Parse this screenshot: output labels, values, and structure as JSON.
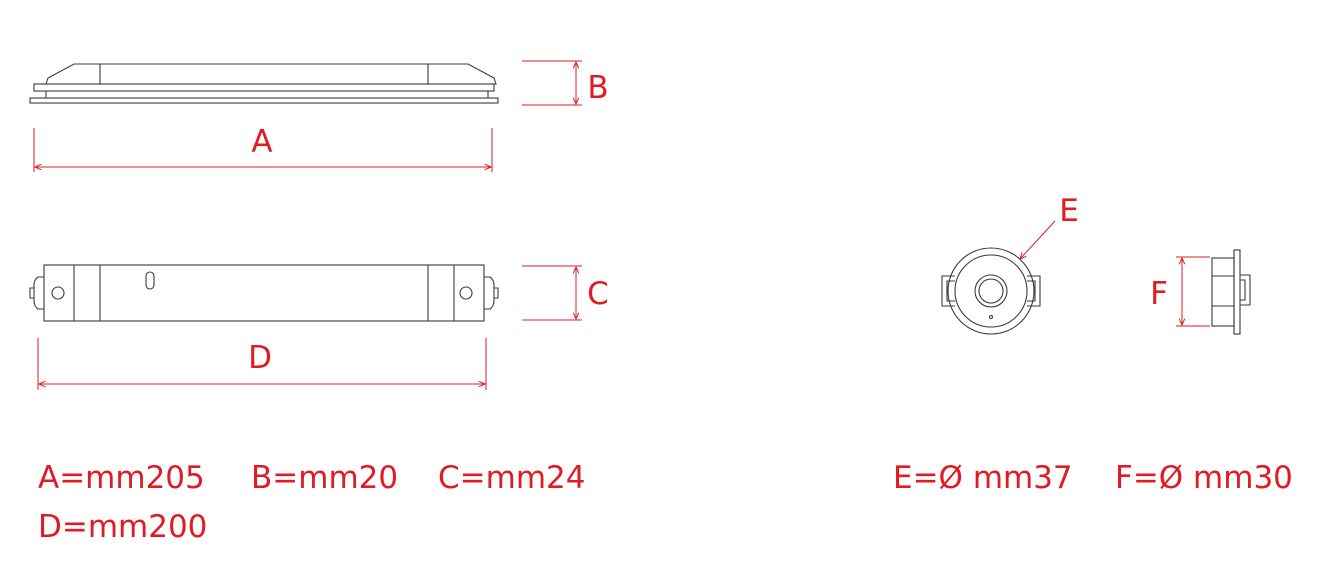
{
  "labels": {
    "a": "A",
    "b": "B",
    "c": "C",
    "d": "D",
    "e": "E",
    "f": "F"
  },
  "specs": {
    "a": "A=mm205",
    "b": "B=mm20",
    "c": "C=mm24",
    "d": "D=mm200",
    "e": "E=Ø mm37",
    "f": "F=Ø mm30"
  },
  "colors": {
    "dimension": "#e01b24",
    "outline": "#3a3a3a"
  }
}
